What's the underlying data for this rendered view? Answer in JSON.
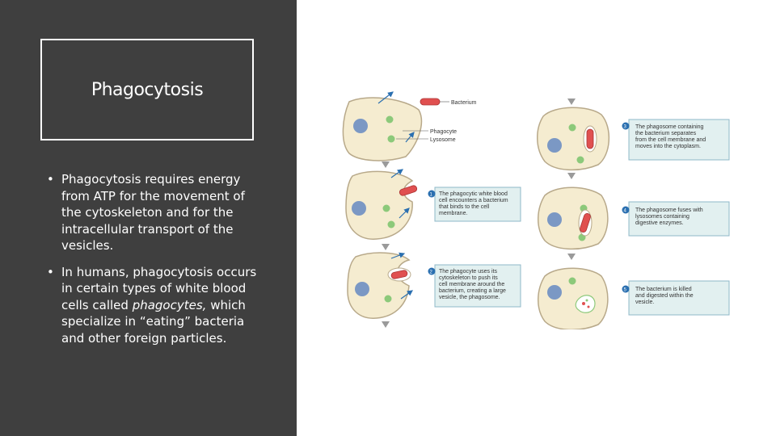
{
  "slide": {
    "title": "Phagocytosis",
    "bullet1": "Phagocytosis requires energy from ATP for the movement of the cytoskeleton and for the intracellular transport of the vesicles.",
    "bullet2_pre": "In humans, phagocytosis occurs in certain types of white blood cells called ",
    "bullet2_em": "phagocytes,",
    "bullet2_post": " which specialize in “eating” bacteria and other foreign particles."
  },
  "diagram": {
    "labels": {
      "bacterium": "Bacterium",
      "phagocyte": "Phagocyte",
      "lysosome": "Lysosome"
    },
    "steps": [
      {
        "num": "1",
        "lines": [
          "The phagocytic white blood",
          "cell encounters a bacterium",
          "that binds to the cell",
          "membrane."
        ]
      },
      {
        "num": "2",
        "lines": [
          "The phagocyte uses its",
          "cytoskeleton to push its",
          "cell membrane around the",
          "bacterium, creating a large",
          "vesicle, the phagosome."
        ]
      },
      {
        "num": "3",
        "lines": [
          "The phagosome containing",
          "the bacterium separates",
          "from the cell membrane and",
          "moves into the cytoplasm."
        ]
      },
      {
        "num": "4",
        "lines": [
          "The phagosome fuses with",
          "lysosomes containing",
          "digestive enzymes."
        ]
      },
      {
        "num": "5",
        "lines": [
          "The bacterium is killed",
          "and digested within the",
          "vesicle."
        ]
      }
    ],
    "colors": {
      "cell_fill": "#f5ecd0",
      "cell_stroke": "#b8a98a",
      "nucleus": "#7b98c4",
      "lysosome": "#8cc97a",
      "bacterium": "#e05050",
      "box_fill": "#e2f0f0",
      "box_stroke": "#8fb8c8",
      "arrow_gray": "#9a9a9a",
      "arrow_blue": "#2a6fb0"
    }
  }
}
